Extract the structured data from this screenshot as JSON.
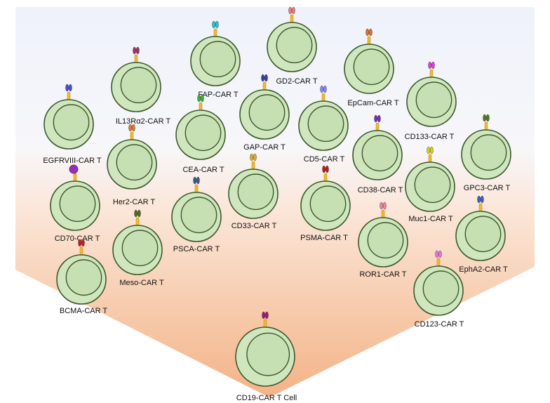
{
  "cells": [
    {
      "label": "EGFRVIII-CAR T",
      "receptor": "#4b4bd6"
    },
    {
      "label": "IL13Rα2-CAR T",
      "receptor": "#a0306a"
    },
    {
      "label": "FAP-CAR T",
      "receptor": "#25c3d6"
    },
    {
      "label": "GD2-CAR T",
      "receptor": "#f07878"
    },
    {
      "label": "EpCam-CAR T",
      "receptor": "#d8722a"
    },
    {
      "label": "CD133-CAR T",
      "receptor": "#e040d8"
    },
    {
      "label": "GAP-CAR T",
      "receptor": "#3a3aa6"
    },
    {
      "label": "CD5-CAR T",
      "receptor": "#8888ee"
    },
    {
      "label": "CEA-CAR T",
      "receptor": "#3fae3f"
    },
    {
      "label": "Her2-CAR T",
      "receptor": "#e07a2a"
    },
    {
      "label": "GPC3-CAR T",
      "receptor": "#4e7a1f"
    },
    {
      "label": "CD38-CAR T",
      "receptor": "#7a2fb0"
    },
    {
      "label": "CD70-CAR T",
      "receptor": "#9a2fb5"
    },
    {
      "label": "Muc1-CAR T",
      "receptor": "#d6d020"
    },
    {
      "label": "CD33-CAR T",
      "receptor": "#e0a830"
    },
    {
      "label": "PSMA-CAR T",
      "receptor": "#b02020"
    },
    {
      "label": "PSCA-CAR T",
      "receptor": "#3a5a8a"
    },
    {
      "label": "Meso-CAR T",
      "receptor": "#4e6a1f"
    },
    {
      "label": "EphA2-CAR T",
      "receptor": "#4060c0"
    },
    {
      "label": "ROR1-CAR T",
      "receptor": "#f080a0"
    },
    {
      "label": "BCMA-CAR T",
      "receptor": "#c02020"
    },
    {
      "label": "CD123-CAR T",
      "receptor": "#e878e0"
    },
    {
      "label": "CD19-CAR T Cell",
      "receptor": "#a01870"
    }
  ],
  "colors": {
    "cell_fill": "#cfe6bf",
    "cell_stroke": "#3e5a2c",
    "nucleus_fill": "#c6e0b3",
    "stalk": "#f2b92e"
  }
}
